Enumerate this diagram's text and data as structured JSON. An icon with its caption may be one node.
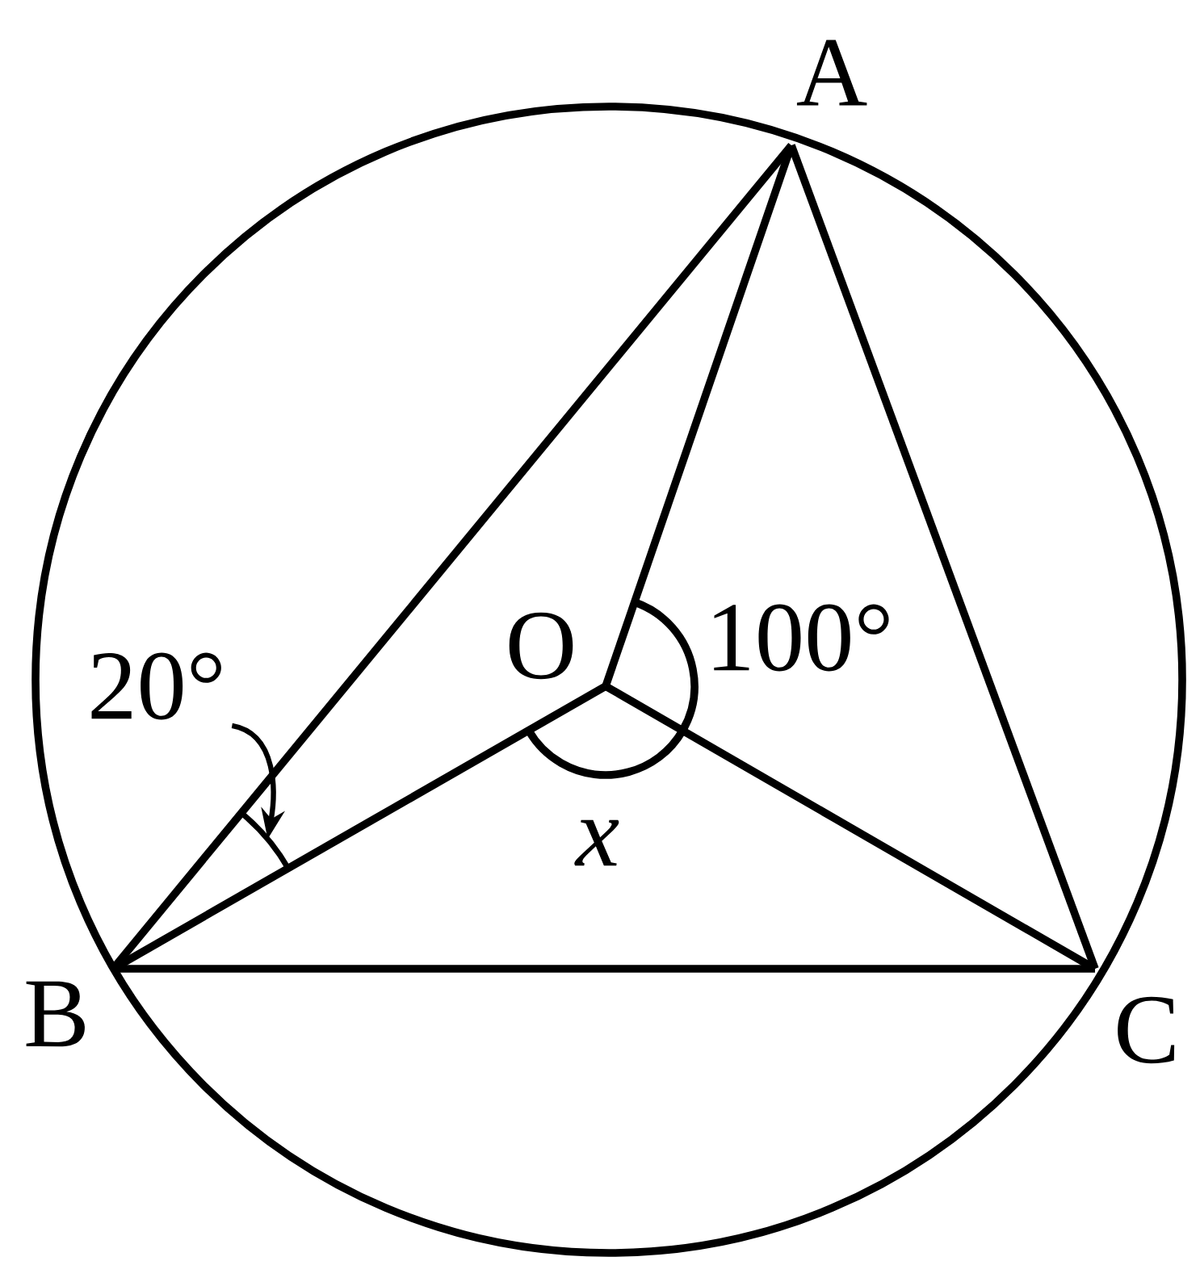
{
  "diagram": {
    "nodes": [
      {
        "text": [
          "A"
        ]
      },
      {
        "text": [
          "B"
        ]
      },
      {
        "text": [
          "C"
        ]
      },
      {
        "text": [
          "O"
        ]
      },
      {
        "text": [
          "20°"
        ]
      }
    ],
    "edges": [
      {
        "from": 0,
        "to": 1,
        "arrow": "none"
      },
      {
        "from": 0,
        "to": 2,
        "arrow": "none"
      },
      {
        "from": 1,
        "to": 2,
        "arrow": "none"
      },
      {
        "from": 3,
        "to": 0,
        "arrow": "none"
      },
      {
        "from": 3,
        "to": 1,
        "arrow": "none"
      },
      {
        "from": 3,
        "to": 2,
        "arrow": "none"
      },
      {
        "from": 4,
        "to": null,
        "arrow": "to"
      }
    ],
    "labels": [
      "100°",
      "x"
    ]
  }
}
